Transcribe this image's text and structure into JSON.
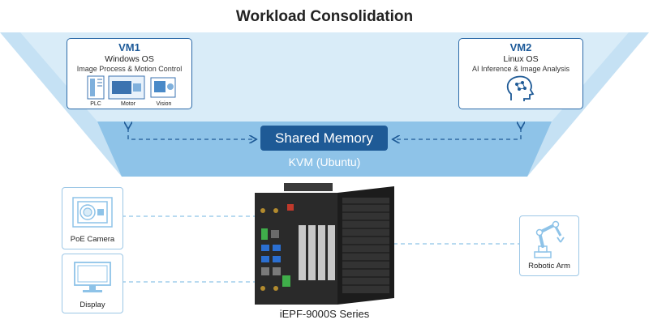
{
  "title": "Workload Consolidation",
  "vm1": {
    "title": "VM1",
    "os": "Windows OS",
    "desc": "Image Process & Motion Control",
    "labels": [
      "PLC",
      "Motor",
      "Vision"
    ]
  },
  "vm2": {
    "title": "VM2",
    "os": "Linux OS",
    "desc": "AI Inference & Image Analysis"
  },
  "shared_memory": "Shared Memory",
  "hypervisor": "KVM (Ubuntu)",
  "devices": {
    "camera": "PoE Camera",
    "display": "Display",
    "robot": "Robotic Arm"
  },
  "product": "iEPF-9000S Series",
  "colors": {
    "trapezoid_outer": "#c5e1f4",
    "trapezoid_inner": "#8ec3e8",
    "accent": "#1e5a96",
    "connector": "#8ec3e8"
  },
  "icons": [
    "plc-icon",
    "motor-icon",
    "vision-icon",
    "brain-icon",
    "camera-icon",
    "monitor-icon",
    "robotic-arm-icon"
  ]
}
